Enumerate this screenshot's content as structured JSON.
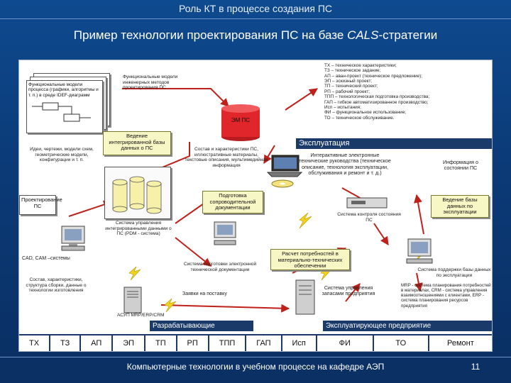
{
  "header": {
    "title": "Роль КТ в процессе создания ПС"
  },
  "heading": {
    "prefix": "Пример технологии проектирования ПС на базе ",
    "italic": "CALS",
    "suffix": "-стратегии"
  },
  "diagram": {
    "func_models_stack": "Функциональные модели процесса (графики, алгоритмы и т. п.) в среде IDEF-диаграмм",
    "func_models_caption": "Функциональные модели инженерных методов проектирования ПС",
    "em_ps": "ЭМ ПС",
    "integrated_db": "Ведение интегрированной базы данных о ПС",
    "ideas_caption": "Идеи, чертежи, модели схем, геометрические модели, конфигурации и т. п.",
    "composition_caption": "Состав и характеристики ПС, иллюстративные материалы, текстовые описания, мультимедийная информация",
    "design_ps": "Проектирование ПС",
    "cad_cam": "CAD, CAM –системы",
    "pdm_caption": "Система управления интегрированными данными о ПС (PDM - система)",
    "prep_docs": "Подготовка сопроводительной документации",
    "etd_caption": "Система подготовки электронной технической документации",
    "composition2_caption": "Состав, характеристики, структура сборки, данные о технологии изготовления",
    "requests": "Заявки на поставку",
    "asup": "АСУП MRP/ERP/CRM",
    "exploitation": "Эксплуатация",
    "ietm_caption": "Интерактивные электронные технические руководства (техническое описание, технология эксплуатации, обслуживания и ремонт и т. д.)",
    "ps_state_info": "Информация о состоянии ПС",
    "ps_state_db": "Ведение базы данных по эксплуатации",
    "control_system": "Система контроля состояния ПС",
    "material_needs": "Расчет потребностей в материально-технических обеспечении",
    "inventory_system": "Система управления запасами предприятия",
    "support_db": "Система поддержки базы данных по эксплуатации",
    "mrp_caption": "MRP - система планирования потребностей в материалах, CRM - система управления взаимоотношениями с клиентами, ERP - система планирования ресурсов предприятия",
    "developers_band": "Разрабатывающие организации",
    "enterprise_band": "Эксплуатирующее предприятие",
    "legend": [
      "ТХ – техническое характеристики;",
      "ТЗ – техническое задание;",
      "АП – аван-проект (техническое предложение);",
      "ЭП – эскизный проект;",
      "ТП – технический проект;",
      "РП – рабочий проект;",
      "ТПП – технологическая подготовка производства;",
      "ГАП – гибкое автоматизированное производство;",
      "Исп – испытания;",
      "ФИ – функциональное использование;",
      "ТО – техническое обслуживание."
    ]
  },
  "stages": [
    "ТХ",
    "ТЗ",
    "АП",
    "ЭП",
    "ТП",
    "РП",
    "ТПП",
    "ГАП",
    "Исп",
    "ФИ",
    "ТО",
    "Ремонт"
  ],
  "footer": {
    "text": "Компьютерные технологии в учебном процессе на кафедре АЭП",
    "page": "11"
  },
  "colors": {
    "background": "#0b3a76",
    "band": "#1a3a6a",
    "db_red": "#e0262a",
    "lightning": "#f2d21c",
    "arrow": "#c0201a"
  }
}
